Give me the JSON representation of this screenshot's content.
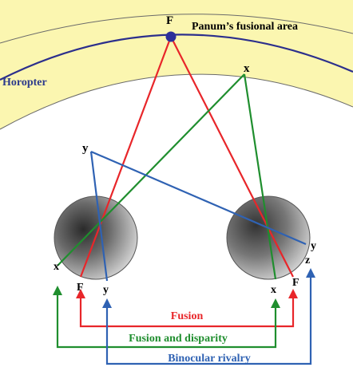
{
  "labels": {
    "panum": "Panum’s fusional area",
    "horopter": "Horopter",
    "fixation": "F",
    "point_x": "x",
    "point_y": "y",
    "left_x": "x",
    "left_f": "F",
    "left_y": "y",
    "right_x": "x",
    "right_f": "F",
    "right_y": "y",
    "right_z": "z"
  },
  "legend": {
    "fusion": "Fusion",
    "fusion_disparity": "Fusion and disparity",
    "rivalry": "Binocular rivalry"
  },
  "colors": {
    "fusion": "#e8262a",
    "fusion_disparity": "#1f8e2e",
    "rivalry": "#2f62b3",
    "horopter_band": "#fbf6b0",
    "horopter_line": "#2c2f8c",
    "fixation_dot": "#2c2f9a",
    "horopter_label": "#2c3a8c"
  }
}
